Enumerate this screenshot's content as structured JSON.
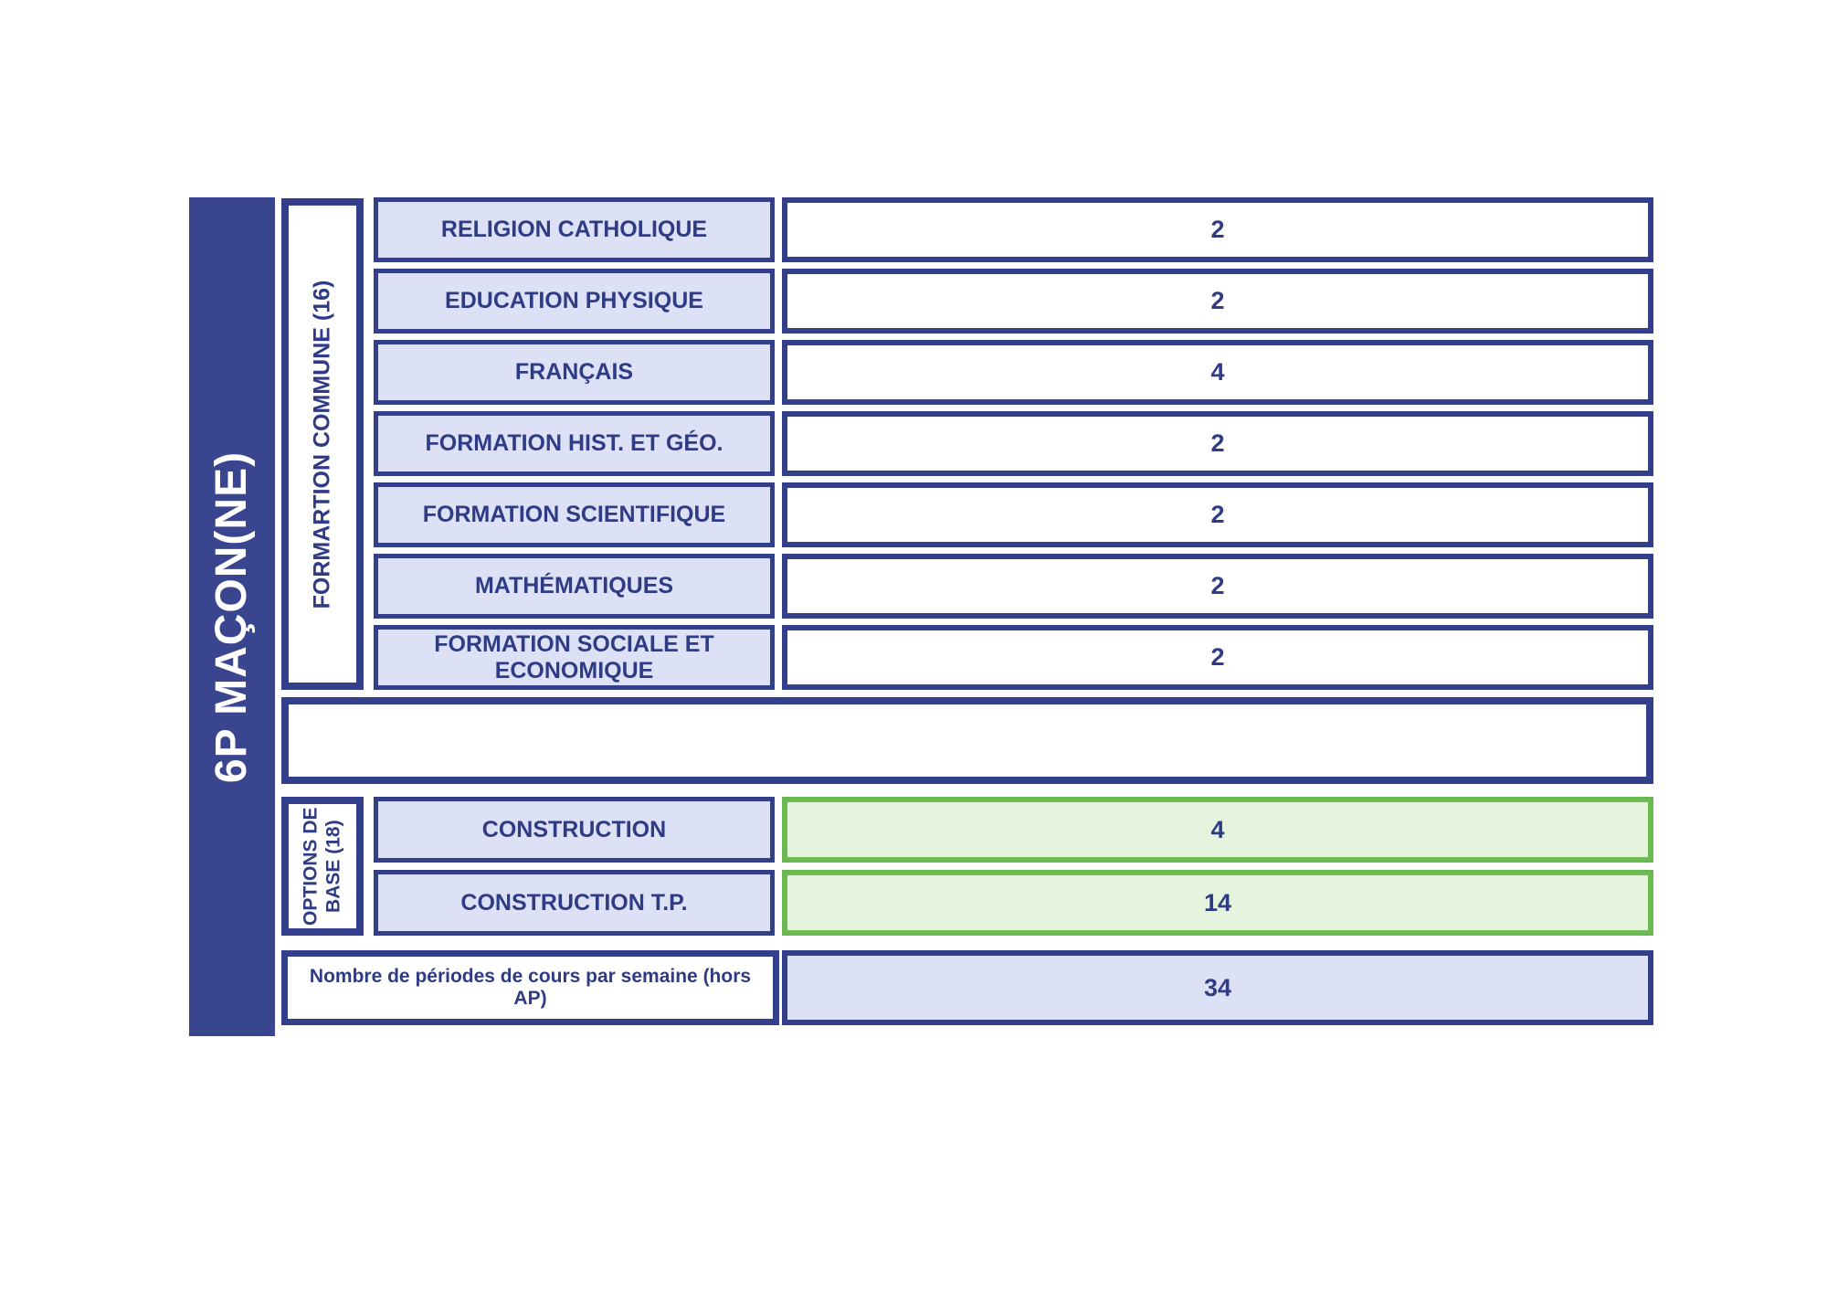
{
  "title": "6P MAÇON(NE)",
  "groups": [
    {
      "label": "FORMARTION COMMUNE (16)",
      "rows": [
        {
          "subject": "RELIGION CATHOLIQUE",
          "periods": "2"
        },
        {
          "subject": "EDUCATION PHYSIQUE",
          "periods": "2"
        },
        {
          "subject": "FRANÇAIS",
          "periods": "4"
        },
        {
          "subject": "FORMATION HIST. ET GÉO.",
          "periods": "2"
        },
        {
          "subject": "FORMATION SCIENTIFIQUE",
          "periods": "2"
        },
        {
          "subject": "MATHÉMATIQUES",
          "periods": "2"
        },
        {
          "subject": "FORMATION SOCIALE ET ECONOMIQUE",
          "periods": "2"
        }
      ]
    },
    {
      "label_line1": "OPTIONS DE",
      "label_line2": "BASE (18)",
      "rows": [
        {
          "subject": "CONSTRUCTION",
          "periods": "4"
        },
        {
          "subject": "CONSTRUCTION T.P.",
          "periods": "14"
        }
      ]
    }
  ],
  "summary": {
    "label": "Nombre de périodes de cours par semaine (hors AP)",
    "value": "34"
  },
  "colors": {
    "bar_blue": "#3A4590",
    "border_blue": "#343F8C",
    "lavender_fill": "#DCE1F6",
    "text_blue": "#2F3B85",
    "green_border": "#6CB851",
    "green_fill": "#E5F4DC",
    "white": "#FFFFFF"
  }
}
